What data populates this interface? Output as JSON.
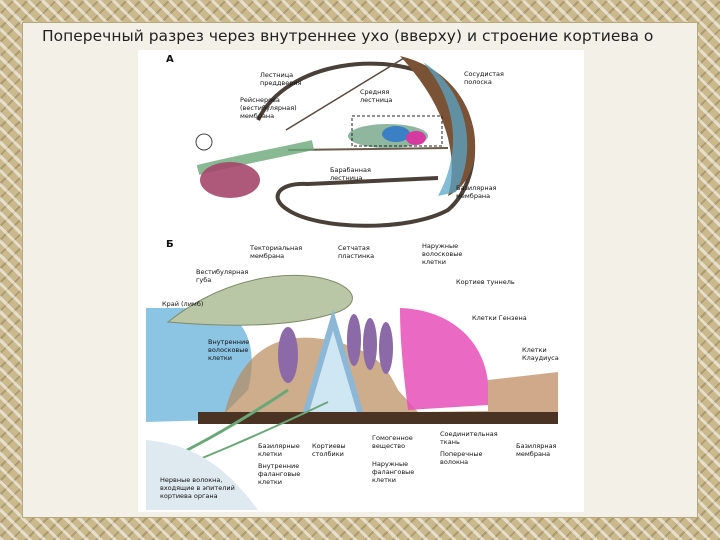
{
  "slide": {
    "title": "Поперечный разрез через внутреннее ухо (вверху) и строение кортиева о"
  },
  "figure": {
    "panel_a": {
      "letter": "А",
      "labels": {
        "scala_vestibuli_1": "Лестница",
        "scala_vestibuli_2": "преддверия",
        "reissner_1": "Рейснерова",
        "reissner_2": "(вестибулярная)",
        "reissner_3": "мембрана",
        "scala_media_1": "Средняя",
        "scala_media_2": "лестница",
        "stria_1": "Сосудистая",
        "stria_2": "полоска",
        "scala_tympani_1": "Барабанная",
        "scala_tympani_2": "лестница",
        "basilar_1": "Базилярная",
        "basilar_2": "мембрана"
      }
    },
    "panel_b": {
      "letter": "Б",
      "labels": {
        "tectorial_1": "Текториальная",
        "tectorial_2": "мембрана",
        "reticular_1": "Сетчатая",
        "reticular_2": "пластинка",
        "outer_hair_1": "Наружные",
        "outer_hair_2": "волосковые",
        "outer_hair_3": "клетки",
        "tuft_1": "Вестибулярная",
        "tuft_2": "губа",
        "tunnel": "Кортиев туннель",
        "hensen": "Клетки Гензена",
        "limbus": "Край (лимб)",
        "inner_hair_1": "Внутренние",
        "inner_hair_2": "волосковые",
        "inner_hair_3": "клетки",
        "claudius_1": "Клетки",
        "claudius_2": "Клаудиуса",
        "basal_1": "Базилярные",
        "basal_2": "клетки",
        "pillars_1": "Кортиевы",
        "pillars_2": "столбики",
        "homogeneous_1": "Гомогенное",
        "homogeneous_2": "вещество",
        "connective_1": "Соединительная",
        "connective_2": "ткань",
        "transverse_1": "Поперечные",
        "transverse_2": "волокна",
        "basilar_membrane_1": "Базилярная",
        "basilar_membrane_2": "мембрана",
        "inner_phalangeal_1": "Внутренние",
        "inner_phalangeal_2": "фаланговые",
        "inner_phalangeal_3": "клетки",
        "outer_phalangeal_1": "Наружные",
        "outer_phalangeal_2": "фаланговые",
        "outer_phalangeal_3": "клетки",
        "nerve_1": "Нервные волокна,",
        "nerve_2": "входящие в эпителий",
        "nerve_3": "кортиева органа"
      }
    }
  }
}
